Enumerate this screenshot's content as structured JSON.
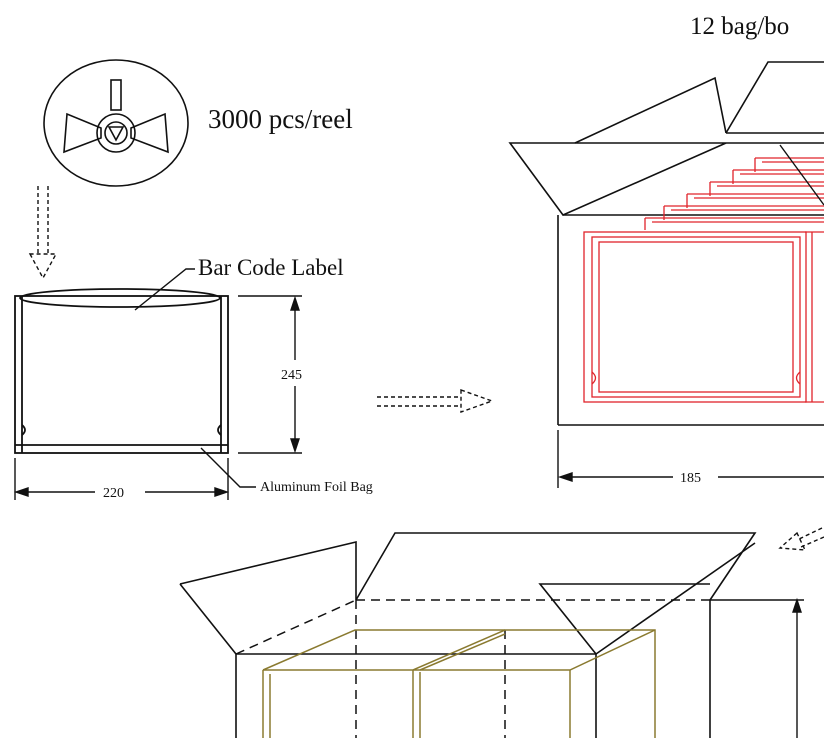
{
  "labels": {
    "reel_count": "3000 pcs/reel",
    "box_count": "12 bag/bo",
    "bar_code_label": "Bar Code Label",
    "foil_bag": "Aluminum Foil Bag",
    "bag_height": "245",
    "bag_width": "220",
    "box_width": "185"
  },
  "colors": {
    "line": "#111111",
    "bag_outline": "#e0242b",
    "inner_box": "#8a7a30"
  },
  "icons": {
    "reel": "reel-icon",
    "arrow_down": "dashed-arrow-down-icon",
    "arrow_right": "dashed-arrow-right-icon",
    "arrow_down_left": "dashed-arrow-down-left-icon"
  }
}
